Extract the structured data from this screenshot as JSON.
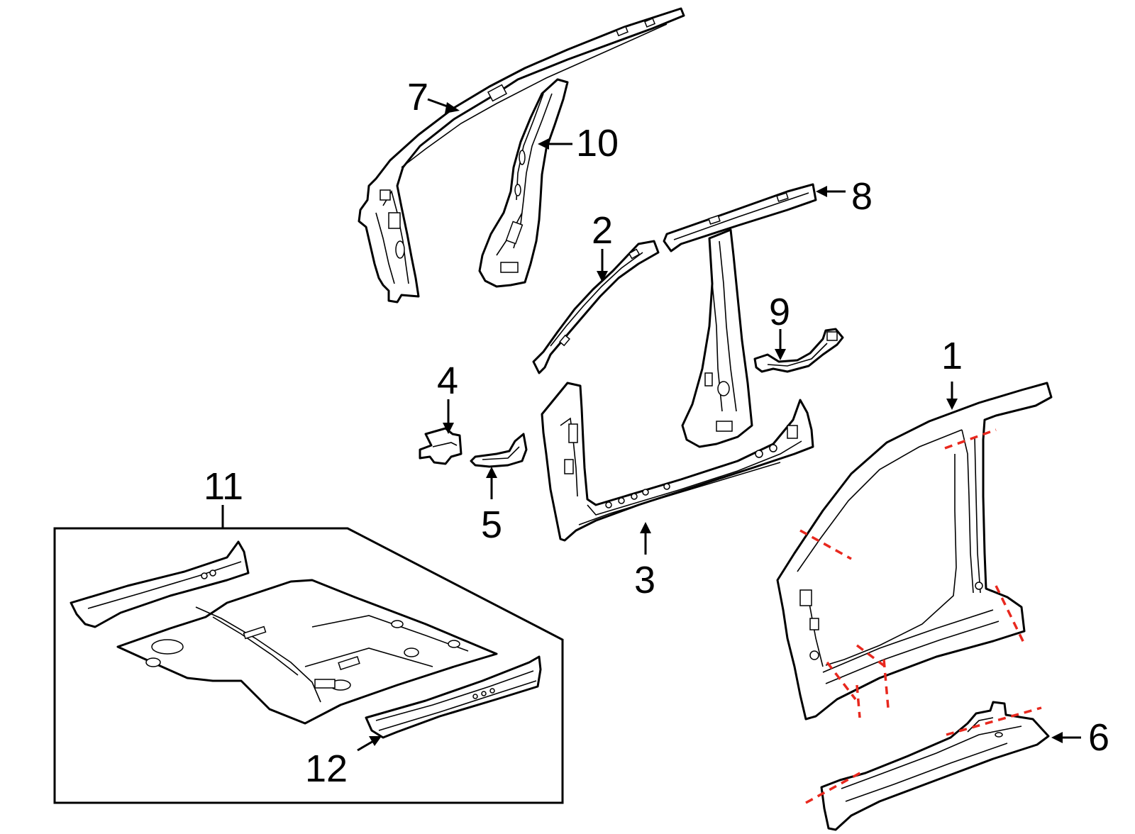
{
  "callouts": {
    "c1": "1",
    "c2": "2",
    "c3": "3",
    "c4": "4",
    "c5": "5",
    "c6": "6",
    "c7": "7",
    "c8": "8",
    "c9": "9",
    "c10": "10",
    "c11": "11",
    "c12": "12"
  },
  "colors": {
    "line": "#000000",
    "cut_line": "#e8281e",
    "background": "#ffffff"
  }
}
